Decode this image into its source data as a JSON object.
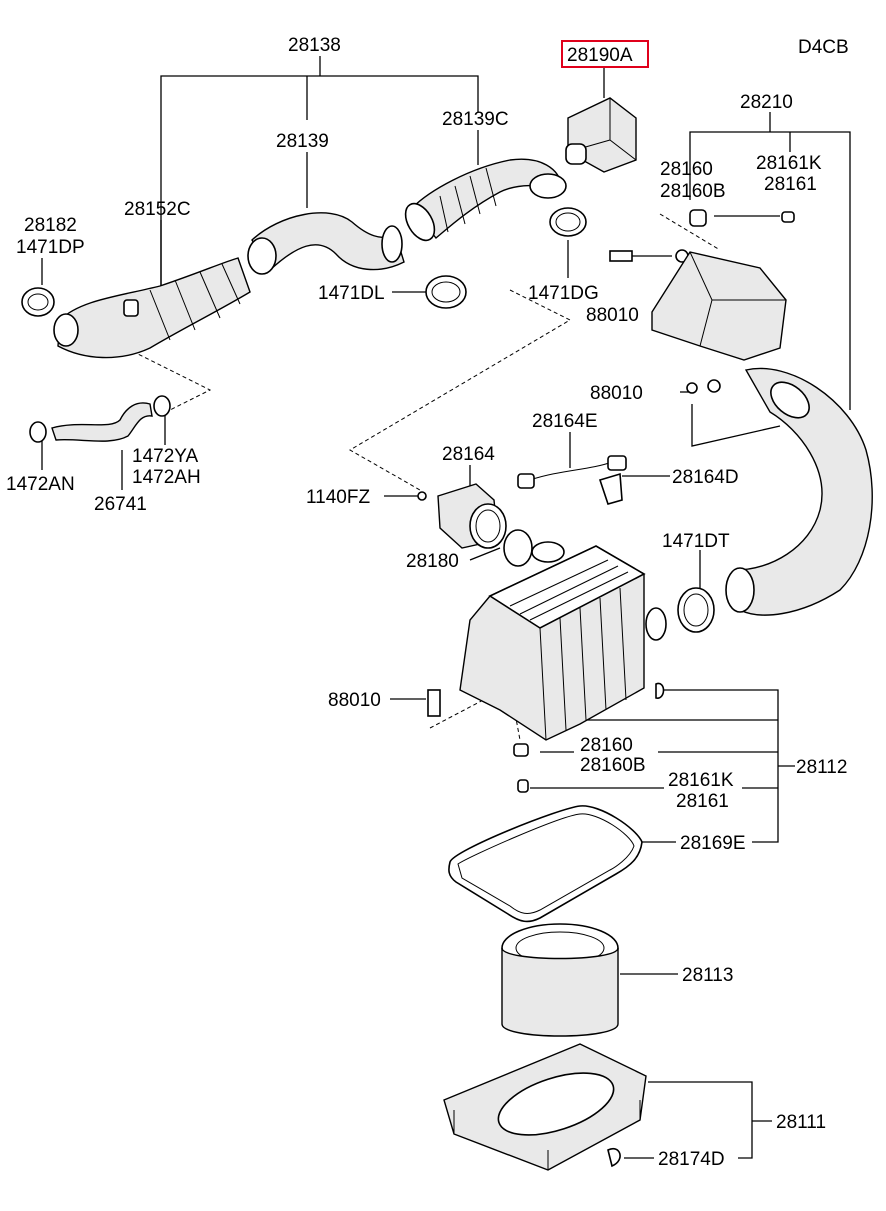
{
  "engine_code": "D4CB",
  "highlight_color": "#e0001b",
  "callouts": {
    "c28138": "28138",
    "c28190A": "28190A",
    "c28210": "28210",
    "c28139": "28139",
    "c28139C": "28139C",
    "c28160_top": "28160",
    "c28160B_top": "28160B",
    "c28161K_top": "28161K",
    "c28161_top": "28161",
    "c28182": "28182",
    "c1471DP": "1471DP",
    "c28152C": "28152C",
    "c1471DL": "1471DL",
    "c1471DG": "1471DG",
    "c88010_a": "88010",
    "c88010_b": "88010",
    "c88010_c": "88010",
    "c28164E": "28164E",
    "c28164": "28164",
    "c28164D": "28164D",
    "c1140FZ": "1140FZ",
    "c28180": "28180",
    "c1471DT": "1471DT",
    "c1472YA": "1472YA",
    "c1472AH": "1472AH",
    "c1472AN": "1472AN",
    "c26741": "26741",
    "c28160_mid": "28160",
    "c28160B_mid": "28160B",
    "c28112": "28112",
    "c28161K_mid": "28161K",
    "c28161_mid": "28161",
    "c28169E": "28169E",
    "c28113": "28113",
    "c28111": "28111",
    "c28174D": "28174D"
  }
}
